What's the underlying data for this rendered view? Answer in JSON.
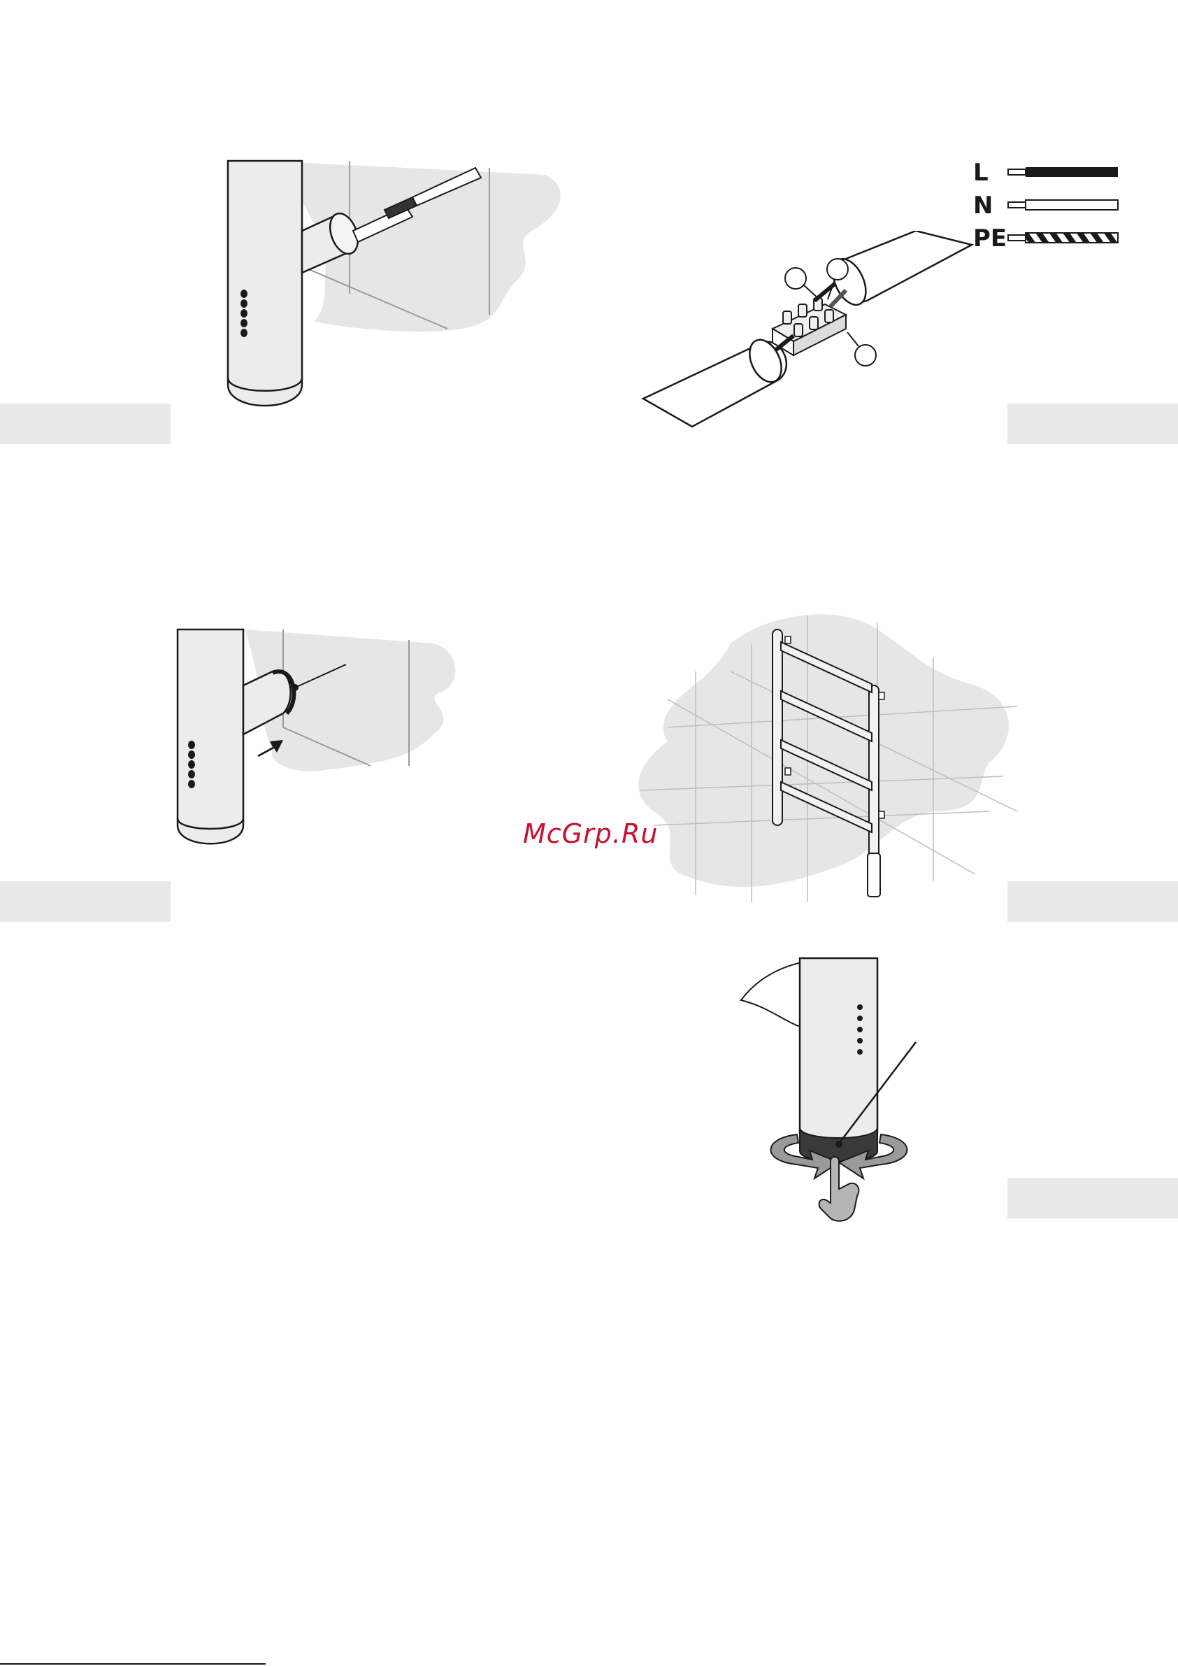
{
  "legend": {
    "wires": [
      {
        "label": "L",
        "style": "solid-black"
      },
      {
        "label": "N",
        "style": "white"
      },
      {
        "label": "PE",
        "style": "striped"
      }
    ]
  },
  "watermark": "McGrp.Ru",
  "colors": {
    "tab_gray": "#e9e9e9",
    "wall_gray": "#e6e6e6",
    "line": "#1a1a1a",
    "watermark": "#c8102e",
    "arrow_gray": "#9a9a9a"
  }
}
